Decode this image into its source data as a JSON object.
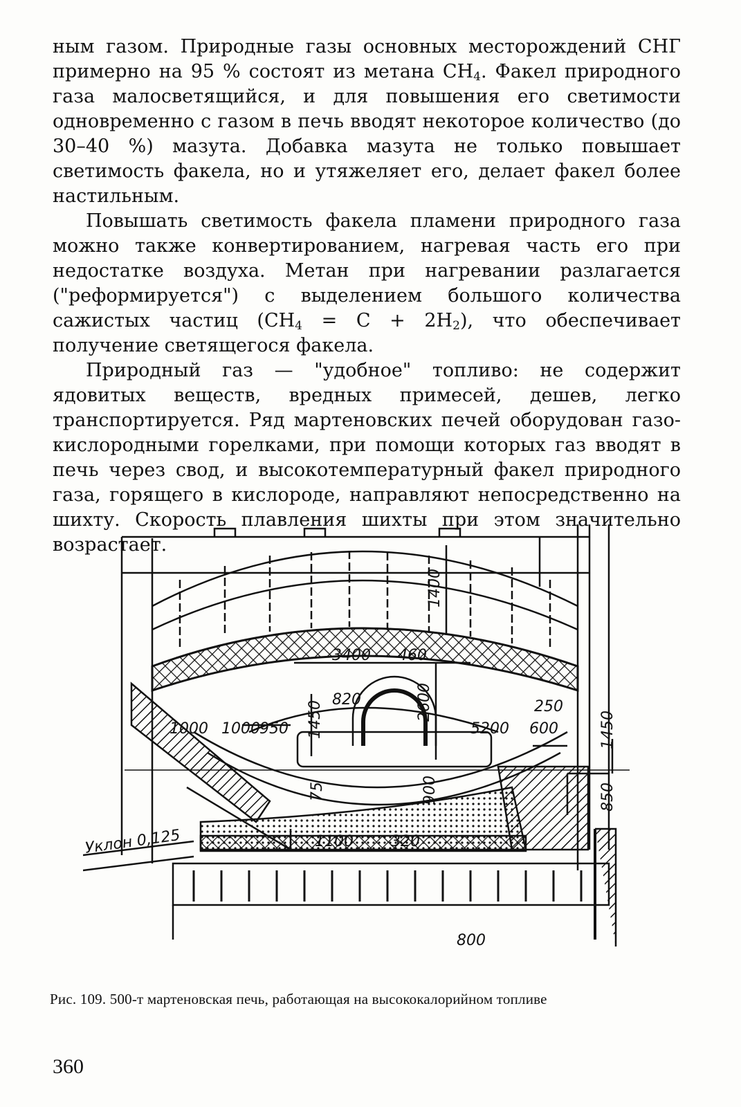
{
  "text": {
    "p1": "ным газом. Природные газы основных месторождений СНГ примерно на 95 % состоят из метана CH",
    "p1_sub": "4",
    "p1_rest": ". Факел природного газа малосветящийся, и для повышения его светимости одновременно с газом в печь вводят некоторое количество (до 30–40 %) мазута. Добавка мазута не только повышает светимость факела, но и утяжеляет его, делает факел более настильным.",
    "p2_a": "Повышать светимость факела пламени природного газа можно также конвертированием, нагревая часть его при недостатке воздуха. Метан при нагревании разлагается (\"реформируется\") с выделением большого количества сажистых частиц (CH",
    "p2_sub1": "4",
    "p2_b": " = C + 2H",
    "p2_sub2": "2",
    "p2_c": "), что обеспечивает получение светящегося факела.",
    "p3": "Природный газ — \"удобное\" топливо: не содержит ядовитых веществ, вредных примесей, дешев, легко транспортируется. Ряд мартеновских печей оборудован газо-кислородными горелками, при помощи которых газ вводят в печь через свод, и высокотемпературный факел природного газа, горящего в кислороде, направляют непосредственно на шихту. Скорость плавления шихты при этом значительно возрастает."
  },
  "figure": {
    "dims": {
      "d1400": "1400",
      "d3400": "3400",
      "d460": "460",
      "d820": "820",
      "d1450a": "1450",
      "d2600": "2600",
      "d250": "250",
      "d1000a": "1000",
      "d1000b": "1000",
      "d950": "950",
      "d5200": "5200",
      "d600": "600",
      "d1450b": "1450",
      "d75": "75",
      "d900": "900",
      "d850": "850",
      "slope": "Уклон 0,125",
      "d1100": "1100",
      "d320": "320",
      "d800": "800"
    }
  },
  "caption": "Рис. 109. 500-т мартеновская печь, работающая на высококалорийном топливе",
  "page_number": "360"
}
